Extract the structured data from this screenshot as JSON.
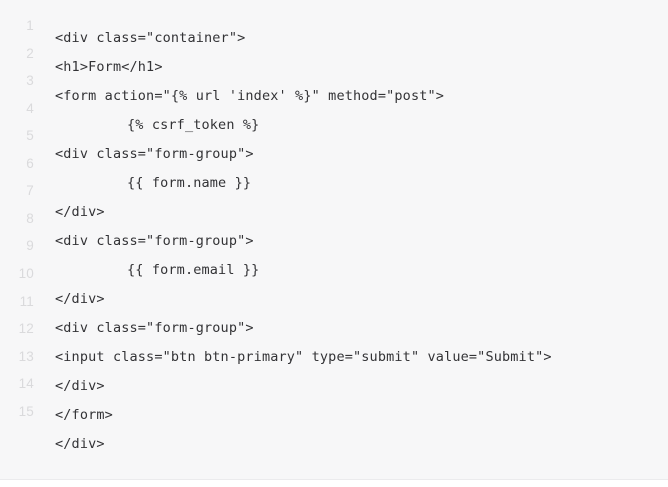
{
  "viewer": {
    "name": "code-snippet-viewer",
    "language": "django-html-template",
    "background_color": "#f7f7f8",
    "code_color": "#333336",
    "line_number_color": "#dadadc",
    "footer_rule_color": "#ebebed"
  },
  "gutter": {
    "line_numbers": [
      "1",
      "2",
      "3",
      "4",
      "5",
      "6",
      "7",
      "8",
      "9",
      "10",
      "11",
      "12",
      "13",
      "14",
      "15"
    ]
  },
  "code": {
    "lines": [
      {
        "text": "<div class=\"container\">",
        "indent": 0
      },
      {
        "text": "<h1>Form</h1>",
        "indent": 0
      },
      {
        "text": "<form action=\"{% url 'index' %}\" method=\"post\">",
        "indent": 0
      },
      {
        "text": "{% csrf_token %}",
        "indent": 1
      },
      {
        "text": "<div class=\"form-group\">",
        "indent": 0
      },
      {
        "text": "{{ form.name }}",
        "indent": 1
      },
      {
        "text": "</div>",
        "indent": 0
      },
      {
        "text": "<div class=\"form-group\">",
        "indent": 0
      },
      {
        "text": "{{ form.email }}",
        "indent": 1
      },
      {
        "text": "</div>",
        "indent": 0
      },
      {
        "text": "<div class=\"form-group\">",
        "indent": 0
      },
      {
        "text": "<input class=\"btn btn-primary\" type=\"submit\" value=\"Submit\">",
        "indent": 0
      },
      {
        "text": "</div>",
        "indent": 0
      },
      {
        "text": "</form>",
        "indent": 0
      },
      {
        "text": "</div>",
        "indent": 0
      }
    ]
  }
}
